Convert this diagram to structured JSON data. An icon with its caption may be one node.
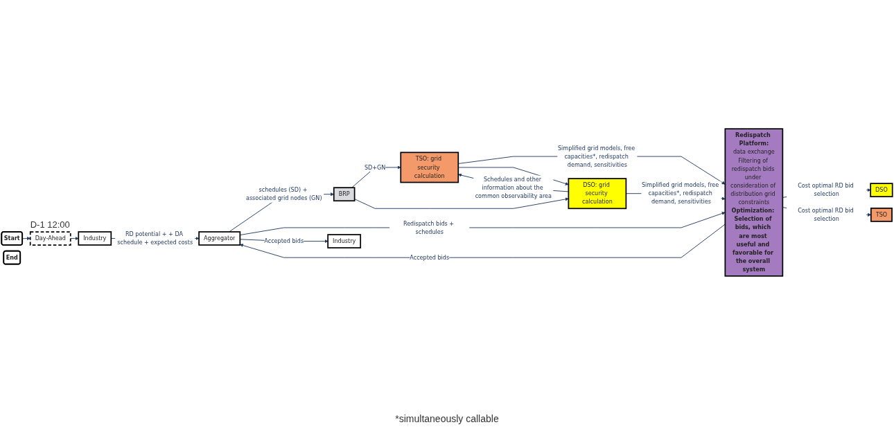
{
  "diagram": {
    "nodes": [
      {
        "text": [
          "Start"
        ]
      },
      {
        "text": [
          "Day-Ahead"
        ],
        "beside": [
          "D-1 12:00"
        ]
      },
      {
        "text": [
          "Industry"
        ]
      },
      {
        "text": [
          "Aggregator"
        ]
      },
      {
        "text": [
          "BRP"
        ]
      },
      {
        "text": [
          "Redispatch Platform:",
          "data exchange",
          "Filtering of redispatch bids under consideration of distribution grid constraints",
          "Optimization: Selection of bids, which are most useful and favorable for the overall system"
        ]
      },
      {
        "text": [
          "TSO: grid security calculation"
        ]
      },
      {
        "text": [
          "DSO: grid security calculation"
        ]
      },
      {
        "text": [
          "DSO"
        ]
      },
      {
        "text": [
          "TSO"
        ]
      },
      {
        "text": [
          "Industry"
        ]
      },
      {
        "text": [
          "End"
        ]
      }
    ],
    "edges": [
      {
        "from": 0,
        "to": 1,
        "arrow": "to"
      },
      {
        "from": 1,
        "to": 2,
        "arrow": "to"
      },
      {
        "from": 2,
        "to": 3,
        "arrow": "to",
        "label": "RD potential + + DA schedule + expected costs"
      },
      {
        "from": 3,
        "to": 4,
        "arrow": "to",
        "label": "schedules (SD) + associated grid nodes (GN)"
      },
      {
        "from": 3,
        "to": 5,
        "arrow": "to",
        "label": "Redispatch bids + schedules"
      },
      {
        "from": 4,
        "to": 6,
        "arrow": "to",
        "label": "SD+GN"
      },
      {
        "from": 4,
        "to": 7,
        "arrow": "to"
      },
      {
        "from": 6,
        "to": 5,
        "arrow": "to",
        "label": "Simplified grid models, free capacities*, redispatch demand, sensitivities"
      },
      {
        "from": 7,
        "to": 5,
        "arrow": "to",
        "label": "Simplified grid models, free capacities*, redispatch demand, sensitivities"
      },
      {
        "from": 6,
        "to": 7,
        "arrow": "to"
      },
      {
        "from": 7,
        "to": 6,
        "arrow": "to",
        "label": "Schedules and other information about the common observability area"
      },
      {
        "from": 5,
        "to": 8,
        "arrow": "to",
        "label": "Cost optimal RD bid selection"
      },
      {
        "from": 5,
        "to": 9,
        "arrow": "to",
        "label": "Cost optimal RD bid selection"
      },
      {
        "from": 5,
        "to": 3,
        "arrow": "to",
        "label": "Accepted bids"
      },
      {
        "from": 3,
        "to": 10,
        "arrow": "to",
        "label": "Accepted bids"
      }
    ],
    "labels": [
      "*simultaneously callable"
    ]
  }
}
